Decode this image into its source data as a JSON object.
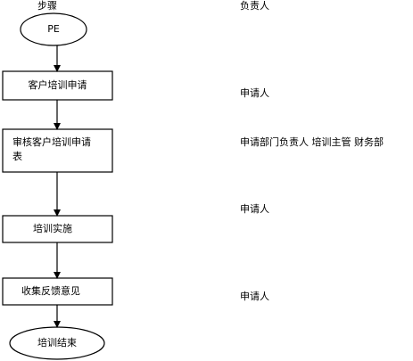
{
  "headers": {
    "steps": "步骤",
    "responsible": "负责人"
  },
  "nodes": {
    "start": "PE",
    "apply": "客户培训申请",
    "review_line1": "审核客户培训申请",
    "review_line2": "表",
    "implement": "培训实施",
    "feedback": "收集反馈意见",
    "end": "培训结束"
  },
  "responsibles": {
    "apply": "申请人",
    "review": "申请部门负责人  培训主管    财务部",
    "implement": "申请人",
    "feedback": "申请人"
  }
}
